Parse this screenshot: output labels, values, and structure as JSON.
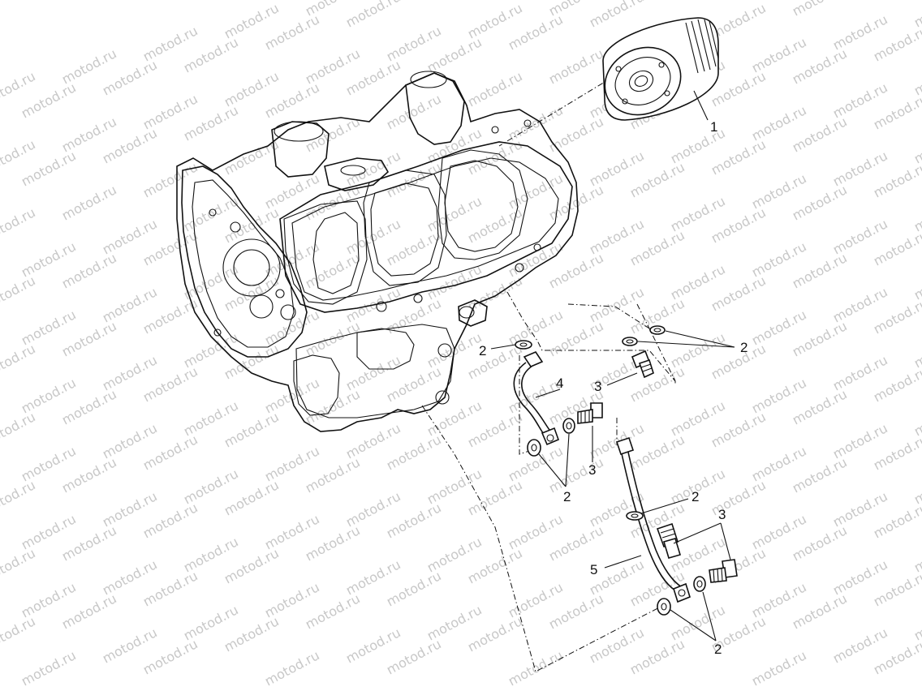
{
  "watermark": {
    "text": "motod.ru",
    "color": "#c8c8c8"
  },
  "callouts": [
    {
      "id": "c1",
      "label": "1"
    },
    {
      "id": "c2a",
      "label": "2"
    },
    {
      "id": "c2b",
      "label": "2"
    },
    {
      "id": "c2c",
      "label": "2"
    },
    {
      "id": "c2d",
      "label": "2"
    },
    {
      "id": "c2e",
      "label": "2"
    },
    {
      "id": "c3a",
      "label": "3"
    },
    {
      "id": "c3b",
      "label": "3"
    },
    {
      "id": "c3c",
      "label": "3"
    },
    {
      "id": "c4",
      "label": "4"
    },
    {
      "id": "c5",
      "label": "5"
    }
  ]
}
